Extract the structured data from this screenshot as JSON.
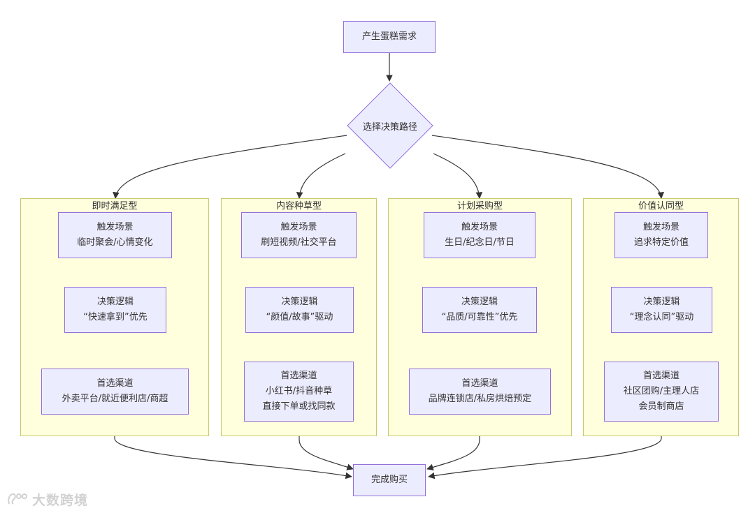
{
  "diagram": {
    "start": "产生蛋糕需求",
    "decision": "选择决策路径",
    "end": "完成购买",
    "paths": [
      {
        "title": "即时满足型",
        "trigger": [
          "触发场景",
          "临时聚会/心情变化"
        ],
        "logic": [
          "决策逻辑",
          "“快速拿到”优先"
        ],
        "channel": [
          "首选渠道",
          "外卖平台/就近便利店/商超"
        ]
      },
      {
        "title": "内容种草型",
        "trigger": [
          "触发场景",
          "刷短视频/社交平台"
        ],
        "logic": [
          "决策逻辑",
          "“颜值/故事”驱动"
        ],
        "channel": [
          "首选渠道",
          "小红书/抖音种草",
          "直接下单或找同款"
        ]
      },
      {
        "title": "计划采购型",
        "trigger": [
          "触发场景",
          "生日/纪念日/节日"
        ],
        "logic": [
          "决策逻辑",
          "“品质/可靠性”优先"
        ],
        "channel": [
          "首选渠道",
          "品牌连锁店/私房烘焙预定"
        ]
      },
      {
        "title": "价值认同型",
        "trigger": [
          "触发场景",
          "追求特定价值"
        ],
        "logic": [
          "决策逻辑",
          "“理念认同”驱动"
        ],
        "channel": [
          "首选渠道",
          "社区团购/主理人店",
          "会员制商店"
        ]
      }
    ]
  },
  "watermark": {
    "text": "大数跨境",
    "icon": "logo-icon"
  },
  "colors": {
    "node_fill": "#ececff",
    "node_border": "#9370db",
    "cluster_fill": "#ffffde",
    "cluster_border": "#c9c96a",
    "edge": "#333333"
  }
}
